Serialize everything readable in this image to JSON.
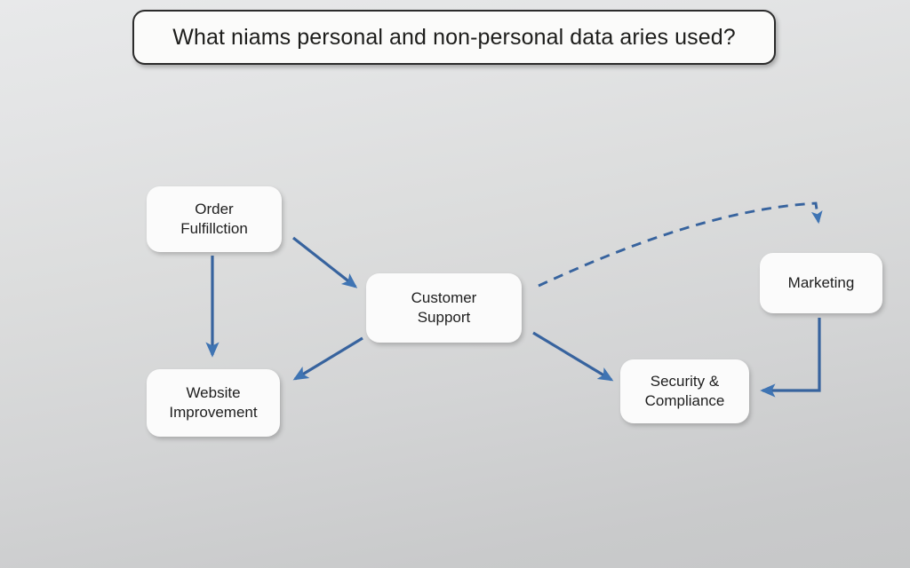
{
  "title": {
    "text": "What niams personal and non-personal data aries used?"
  },
  "colors": {
    "background_top": "#e8e9ea",
    "background_bottom": "#c6c7c8",
    "node_fill": "#fbfbfb",
    "node_text": "#1e1e1e",
    "title_border": "#2b2b2b",
    "connector_blue": "#37639e",
    "arrowhead_blue": "#3f74b3"
  },
  "diagram": {
    "type": "flow-diagram",
    "nodes": [
      {
        "id": "order",
        "label": "Order\nFulfillction",
        "line1": "Order",
        "line2": "Fulfillction"
      },
      {
        "id": "support",
        "label": "Customer\nSupport",
        "line1": "Customer",
        "line2": "Support"
      },
      {
        "id": "website",
        "label": "Website\nImprovement",
        "line1": "Website",
        "line2": "Improvement"
      },
      {
        "id": "security",
        "label": "Security &\nCompliance",
        "line1": "Security &",
        "line2": "Compliance"
      },
      {
        "id": "marketing",
        "label": "Marketing",
        "line1": "Marketing",
        "line2": ""
      }
    ],
    "edges": [
      {
        "id": "order-to-support",
        "from": "order",
        "to": "support",
        "style": "solid",
        "shape": "straight"
      },
      {
        "id": "order-to-website",
        "from": "order",
        "to": "website",
        "style": "solid",
        "shape": "vertical"
      },
      {
        "id": "support-to-website",
        "from": "support",
        "to": "website",
        "style": "solid",
        "shape": "straight"
      },
      {
        "id": "support-to-security",
        "from": "support",
        "to": "security",
        "style": "solid",
        "shape": "straight"
      },
      {
        "id": "support-to-marketing",
        "from": "support",
        "to": "marketing",
        "style": "dashed",
        "shape": "curved"
      },
      {
        "id": "marketing-to-security",
        "from": "marketing",
        "to": "security",
        "style": "solid",
        "shape": "elbow"
      }
    ]
  }
}
